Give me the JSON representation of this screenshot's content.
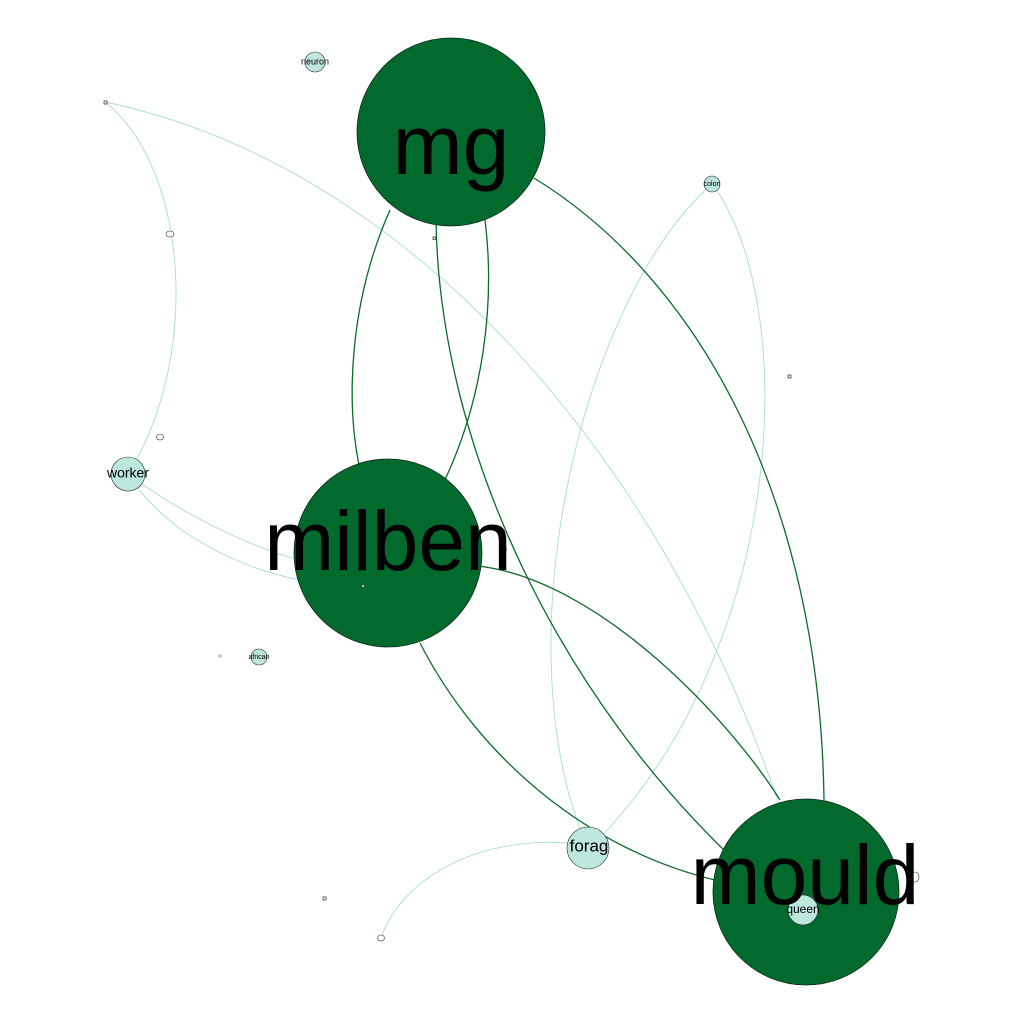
{
  "graph": {
    "colors": {
      "background": "#ffffff",
      "strong_node": "#036a2e",
      "weak_node": "#bde6dd",
      "strong_edge": "#0b6b2c",
      "weak_edge": "#a8ddd0"
    },
    "nodes": {
      "mg": "mg",
      "milben": "milben",
      "mould": "mould",
      "worker": "worker",
      "forag": "forag",
      "neuron": "neuron",
      "colon": "colon",
      "african": "african",
      "queen": "queen"
    }
  }
}
